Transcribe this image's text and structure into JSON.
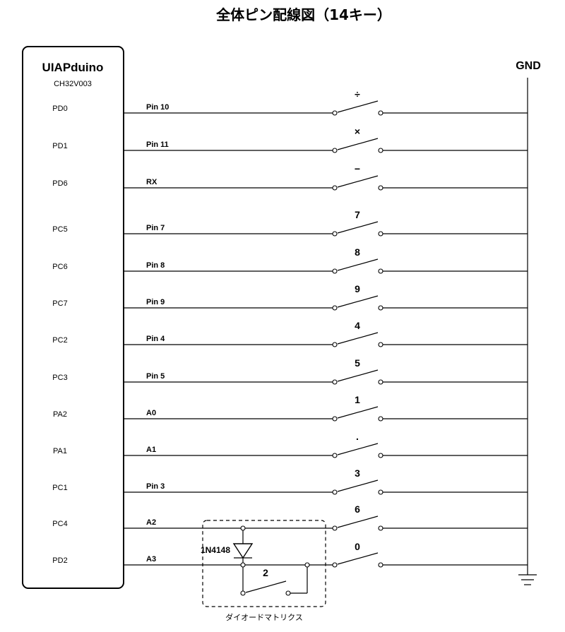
{
  "title": "全体ピン配線図（14キー）",
  "mcu": {
    "name": "UIAPduino",
    "model": "CH32V003"
  },
  "ground": {
    "label": "GND"
  },
  "rows": [
    {
      "port": "PD0",
      "net": "Pin 10",
      "key": "÷"
    },
    {
      "port": "PD1",
      "net": "Pin 11",
      "key": "×"
    },
    {
      "port": "PD6",
      "net": "RX",
      "key": "−"
    },
    {
      "port": "PC5",
      "net": "Pin 7",
      "key": "7"
    },
    {
      "port": "PC6",
      "net": "Pin 8",
      "key": "8"
    },
    {
      "port": "PC7",
      "net": "Pin 9",
      "key": "9"
    },
    {
      "port": "PC2",
      "net": "Pin 4",
      "key": "4"
    },
    {
      "port": "PC3",
      "net": "Pin 5",
      "key": "5"
    },
    {
      "port": "PA2",
      "net": "A0",
      "key": "1"
    },
    {
      "port": "PA1",
      "net": "A1",
      "key": "."
    },
    {
      "port": "PC1",
      "net": "Pin 3",
      "key": "3"
    },
    {
      "port": "PC4",
      "net": "A2",
      "key": "6"
    },
    {
      "port": "PD2",
      "net": "A3",
      "key": "0"
    }
  ],
  "diode_matrix": {
    "caption": "ダイオードマトリクス",
    "diode": "1N4148",
    "key": "2"
  }
}
